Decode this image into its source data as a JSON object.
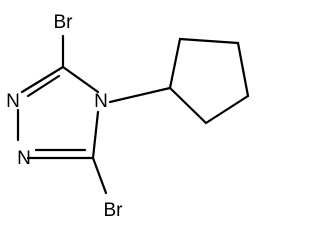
{
  "molecule": {
    "atoms": {
      "br_top": "Br",
      "br_bottom": "Br",
      "n1": "N",
      "n2": "N",
      "n4": "N"
    }
  },
  "colors": {
    "bond": "#000000",
    "label": "#000000",
    "background": "#ffffff"
  }
}
